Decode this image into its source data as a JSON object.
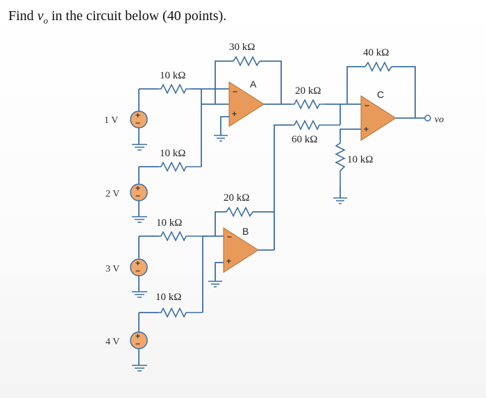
{
  "question": {
    "prefix": "Find ",
    "variable": "v",
    "variable_sub": "o",
    "suffix": " in the circuit below (40 points)."
  },
  "sources": [
    {
      "label": "1 V",
      "sign": "+"
    },
    {
      "label": "2 V",
      "sign": "+"
    },
    {
      "label": "3 V",
      "sign": "+"
    },
    {
      "label": "4 V",
      "sign": "+"
    }
  ],
  "resistors": {
    "r_in_1": "10 kΩ",
    "r_in_2": "10 kΩ",
    "r_in_3": "10 kΩ",
    "r_in_4": "10 kΩ",
    "r_fb_a": "30 kΩ",
    "r_fb_b": "20 kΩ",
    "r_c_in1": "20 kΩ",
    "r_c_in2": "60 kΩ",
    "r_fb_c": "40 kΩ",
    "r_c_gnd": "10 kΩ"
  },
  "opamps": {
    "a": {
      "name": "A",
      "minus": "−",
      "plus": "+"
    },
    "b": {
      "name": "B",
      "minus": "−",
      "plus": "+"
    },
    "c": {
      "name": "C",
      "minus": "−",
      "plus": "+"
    }
  },
  "output_label": "vo"
}
